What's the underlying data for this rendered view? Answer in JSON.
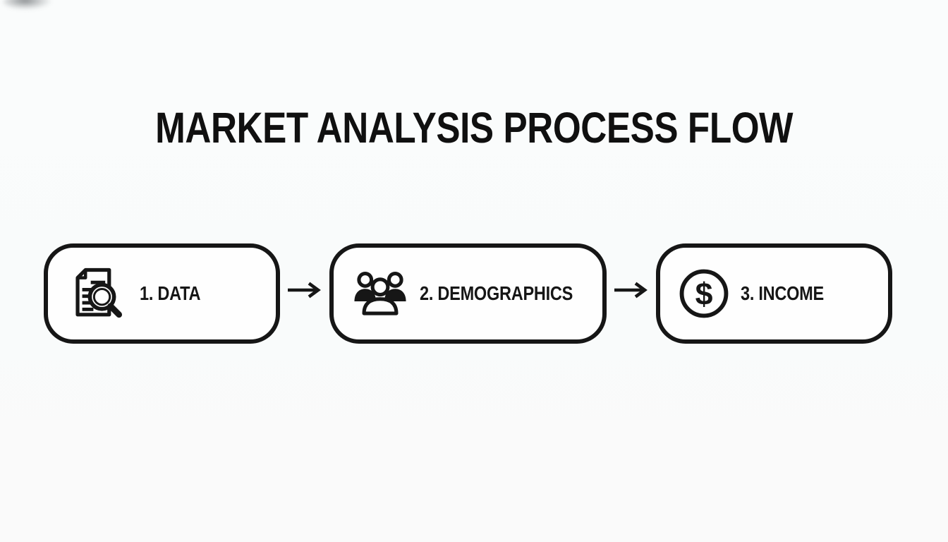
{
  "title": "MARKET ANALYSIS PROCESS FLOW",
  "steps": [
    {
      "label": "1. DATA",
      "icon": "document-search-icon"
    },
    {
      "label": "2. DEMOGRAPHICS",
      "icon": "people-group-icon"
    },
    {
      "label": "3. INCOME",
      "icon": "dollar-circle-icon"
    }
  ],
  "connectors": [
    {
      "icon": "arrow-right-icon"
    },
    {
      "icon": "arrow-right-icon"
    }
  ],
  "glyphs": {
    "dollar": "$"
  },
  "colors": {
    "page_background": "#f9fbfb",
    "box_background": "#fefefe",
    "line": "#161616",
    "text": "#101010"
  }
}
